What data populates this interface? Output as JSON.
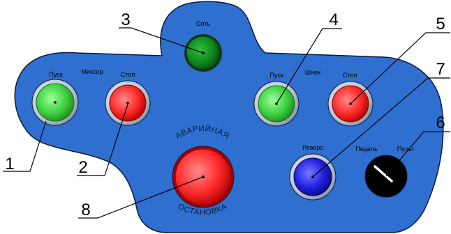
{
  "panel": {
    "background_color": "#2f6fcf",
    "outline_color": "#0a1a3a"
  },
  "labels": {
    "set": "Сеть",
    "mixer_start": "Пуск",
    "mixer_group": "Миксер",
    "mixer_stop": "Стоп",
    "auger_start": "Пуск",
    "auger_group": "Шнек",
    "auger_stop": "Стоп",
    "reverse": "Реверс",
    "pedal": "Педаль",
    "console": "Пульт",
    "emergency_top": "АВАРИЙНАЯ",
    "emergency_bottom": "ОСТАНОВКА"
  },
  "callouts": {
    "c1": "1",
    "c2": "2",
    "c3": "3",
    "c4": "4",
    "c5": "5",
    "c6": "6",
    "c7": "7",
    "c8": "8"
  },
  "colors": {
    "green": "#3fd13f",
    "red": "#ff2a2a",
    "dark_green": "#0f8a1f",
    "blue": "#2020e0",
    "black": "#000000",
    "rim": "#b8c4d4"
  },
  "icons": {
    "selector_switch": "selector-switch-icon"
  }
}
